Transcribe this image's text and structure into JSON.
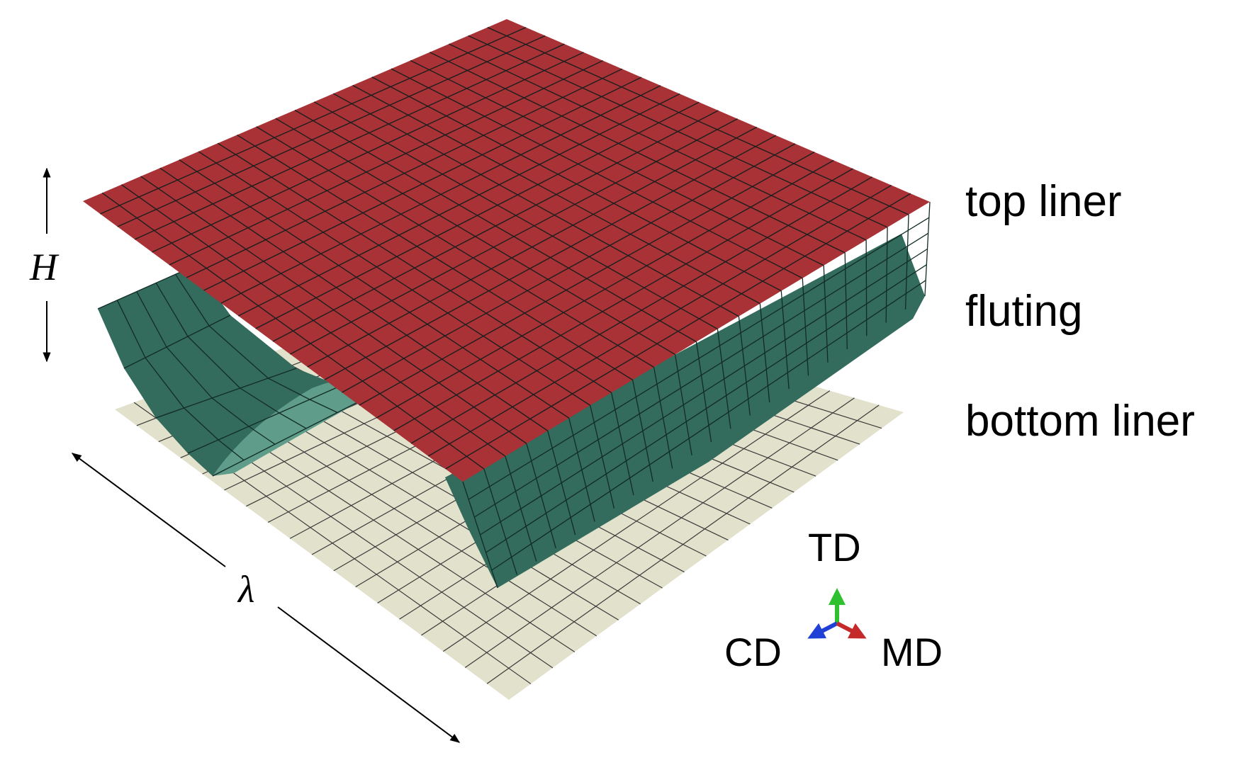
{
  "labels": {
    "top_liner": "top liner",
    "fluting": "fluting",
    "bottom_liner": "bottom liner"
  },
  "dimensions": {
    "height": "H",
    "wavelength": "λ"
  },
  "axes": {
    "td": "TD",
    "cd": "CD",
    "md": "MD"
  },
  "colors": {
    "top_liner": "#a83236",
    "fluting": "#336b5c",
    "fluting_light": "#5f9c89",
    "bottom_liner": "#e2e1cc",
    "mesh_line": "#1e1e1e",
    "axis_td": "#2ec02e",
    "axis_cd": "#2141d6",
    "axis_md": "#c42a2a"
  }
}
